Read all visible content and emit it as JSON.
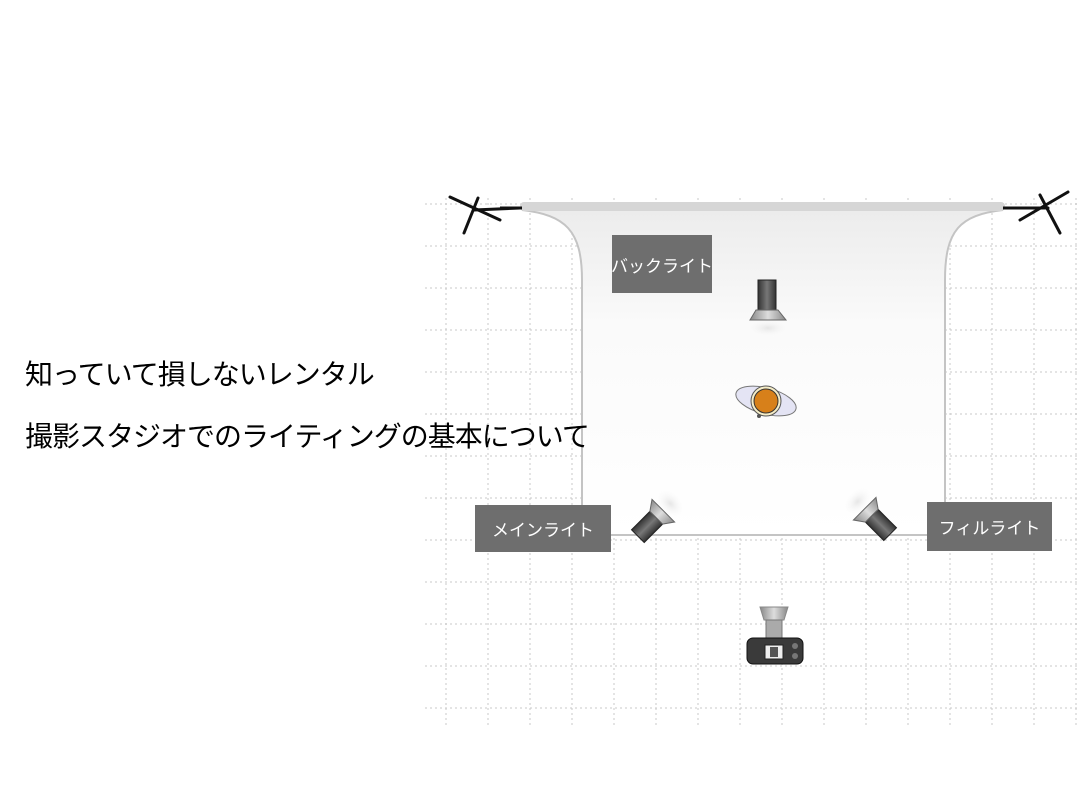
{
  "title": {
    "line1": "知っていて損しないレンタル",
    "line2": "撮影スタジオでのライティングの基本について"
  },
  "diagram": {
    "labels": {
      "back_light": "バックライト",
      "main_light": "メインライト",
      "fill_light": "フィルライト"
    },
    "colors": {
      "label_bg": "#6e6e6e",
      "subject": "#d7801a",
      "grid": "#c8c8c8"
    },
    "icons": [
      "backdrop-stand-icon",
      "spotlight-icon",
      "subject-person-icon",
      "camera-icon"
    ]
  }
}
